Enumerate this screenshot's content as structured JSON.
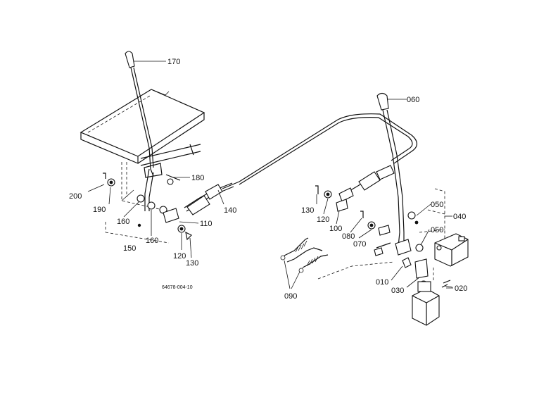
{
  "labels": {
    "p170": "170",
    "p060": "060",
    "p180": "180",
    "p200": "200",
    "p190": "190",
    "p160a": "160",
    "p160b": "160",
    "p110": "110",
    "p150": "150",
    "p120a": "120",
    "p130a": "130",
    "p140": "140",
    "p130b": "130",
    "p120b": "120",
    "p100": "100",
    "p080": "080",
    "p070": "070",
    "p050a": "050",
    "p040": "040",
    "p050b": "050",
    "p010": "010",
    "p030": "030",
    "p020": "020",
    "p090": "090"
  },
  "drawing_code": "64678-004-10"
}
